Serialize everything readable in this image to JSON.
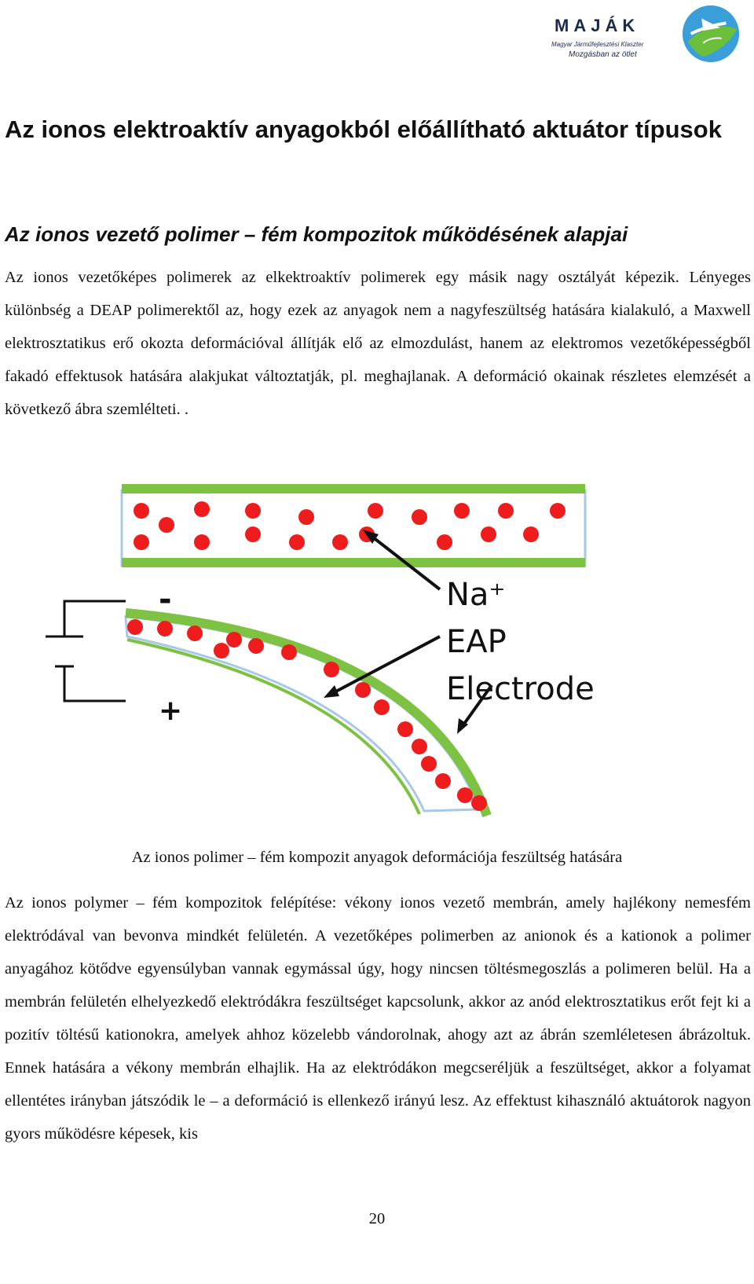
{
  "header": {
    "logo_name": "MAJÁK",
    "logo_tagline": "Magyar Járműfejlesztési Klaszter",
    "logo_slogan": "Mozgásban az ötlet",
    "logo_icon": "airplane-swirl-icon",
    "colors": {
      "accent_blue": "#3a9fd8",
      "accent_green": "#6bbf3a"
    }
  },
  "title": "Az ionos elektroaktív anyagokból előállítható aktuátor típusok",
  "section_title": "Az ionos vezető polimer – fém kompozitok működésének alapjai",
  "paragraph1": "Az ionos vezetőképes polimerek az elkektroaktív polimerek egy másik nagy osztályát képezik. Lényeges különbség a DEAP polimerektől az, hogy ezek az anyagok nem a nagyfeszültség hatására kialakuló, a Maxwell elektrosztatikus erő okozta deformációval állítják elő az elmozdulást, hanem az elektromos vezetőképességből fakadó effektusok hatására alakjukat változtatják, pl. meghajlanak. A deformáció okainak részletes elemzését a következő ábra szemlélteti. .",
  "figure": {
    "labels": {
      "na": "Na⁺",
      "eap": "EAP",
      "electrode": "Electrode",
      "minus": "-",
      "plus": "+"
    },
    "colors": {
      "electrode": "#7dc242",
      "ion": "#ee1c1c",
      "membrane": "#a8c8e8"
    }
  },
  "caption": "Az ionos polimer – fém kompozit anyagok deformációja feszültség hatására",
  "paragraph2": "Az ionos polymer – fém kompozitok felépítése: vékony ionos vezető membrán, amely hajlékony nemesfém elektródával van bevonva mindkét felületén. A vezetőképes polimerben az anionok és a kationok a polimer anyagához kötődve egyensúlyban vannak egymással úgy, hogy nincsen töltésmegoszlás a polimeren belül. Ha a membrán felületén elhelyezkedő elektródákra feszültséget kapcsolunk, akkor az anód elektrosztatikus erőt fejt ki a pozitív töltésű kationokra, amelyek ahhoz közelebb vándorolnak, ahogy azt az ábrán szemléletesen ábrázoltuk. Ennek hatására a vékony membrán elhajlik. Ha az elektródákon megcseréljük a feszültséget, akkor a folyamat ellentétes irányban játszódik le – a deformáció is ellenkező irányú lesz. Az effektust kihasználó aktuátorok nagyon gyors működésre képesek, kis",
  "page_number": "20"
}
